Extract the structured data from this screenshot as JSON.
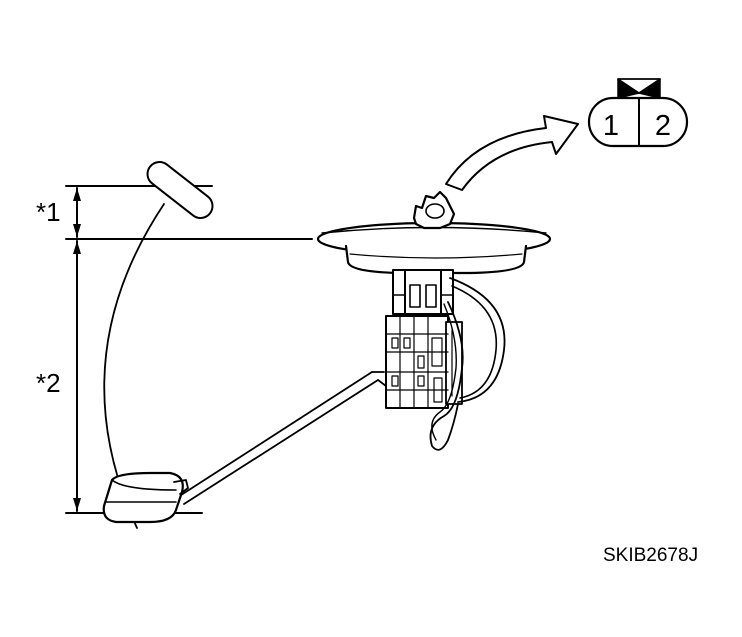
{
  "diagram": {
    "labels": {
      "dim1": "*1",
      "dim2": "*2",
      "figure_code": "SKIB2678J"
    },
    "connector": {
      "pin1": "1",
      "pin2": "2"
    },
    "colors": {
      "line": "#000000",
      "background": "#ffffff"
    }
  }
}
